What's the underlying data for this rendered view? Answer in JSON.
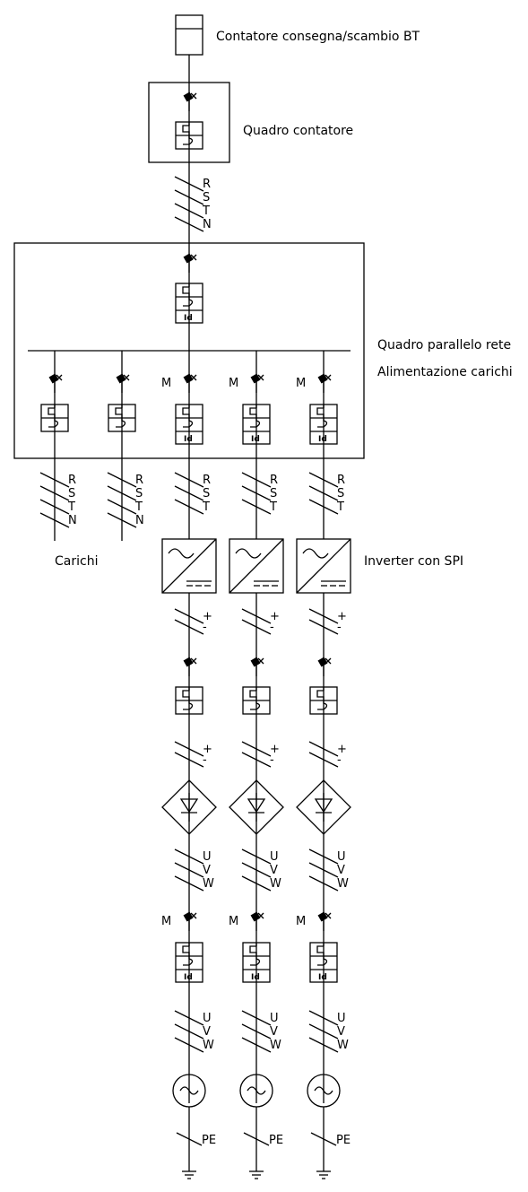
{
  "labels": {
    "contatore": "Contatore consegna/scambio BT",
    "quadro_contatore": "Quadro contatore",
    "quadro_parallelo": "Quadro parallelo rete",
    "alimentazione": "Alimentazione carichi",
    "carichi": "Carichi",
    "inverter": "Inverter con SPI"
  },
  "symbols": {
    "motor_mark": "M",
    "differential": "Id",
    "pe": "PE"
  },
  "phases": {
    "ac4": [
      "R",
      "S",
      "T",
      "N"
    ],
    "ac3": [
      "R",
      "S",
      "T"
    ],
    "dc": [
      "+",
      "-"
    ],
    "gen": [
      "U",
      "V",
      "W"
    ]
  }
}
